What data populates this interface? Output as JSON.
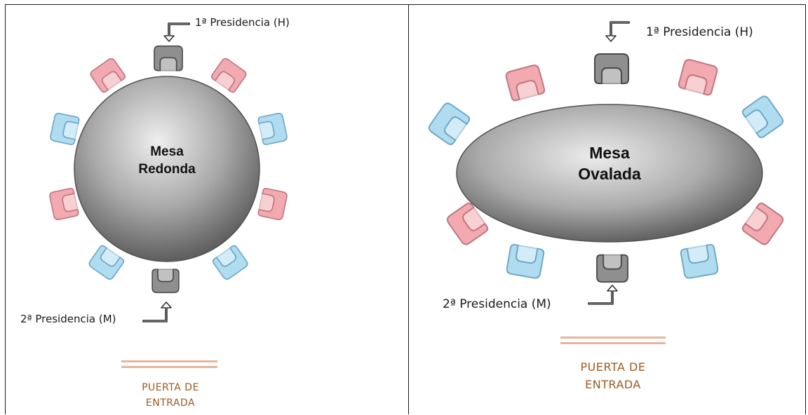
{
  "left": {
    "table_line1": "Mesa",
    "table_line2": "Redonda",
    "first_presidency": "1ª Presidencia (H)",
    "second_presidency": "2ª Presidencia (M)",
    "door_line1": "PUERTA  DE",
    "door_line2": "ENTRADA"
  },
  "right": {
    "table_line1": "Mesa",
    "table_line2": "Ovalada",
    "first_presidency": "1ª Presidencia (H)",
    "second_presidency": "2ª Presidencia (M)",
    "door_line1": "PUERTA  DE",
    "door_line2": "ENTRADA"
  },
  "colors": {
    "chair_gray": "#8a8a8a",
    "chair_pink": "#f0a8ac",
    "chair_blue": "#a8d8ee",
    "table_center": "#e8e8e8",
    "table_edge": "#5a5a5a",
    "door_line": "#e8b49a",
    "door_text": "#9c5a1e"
  }
}
